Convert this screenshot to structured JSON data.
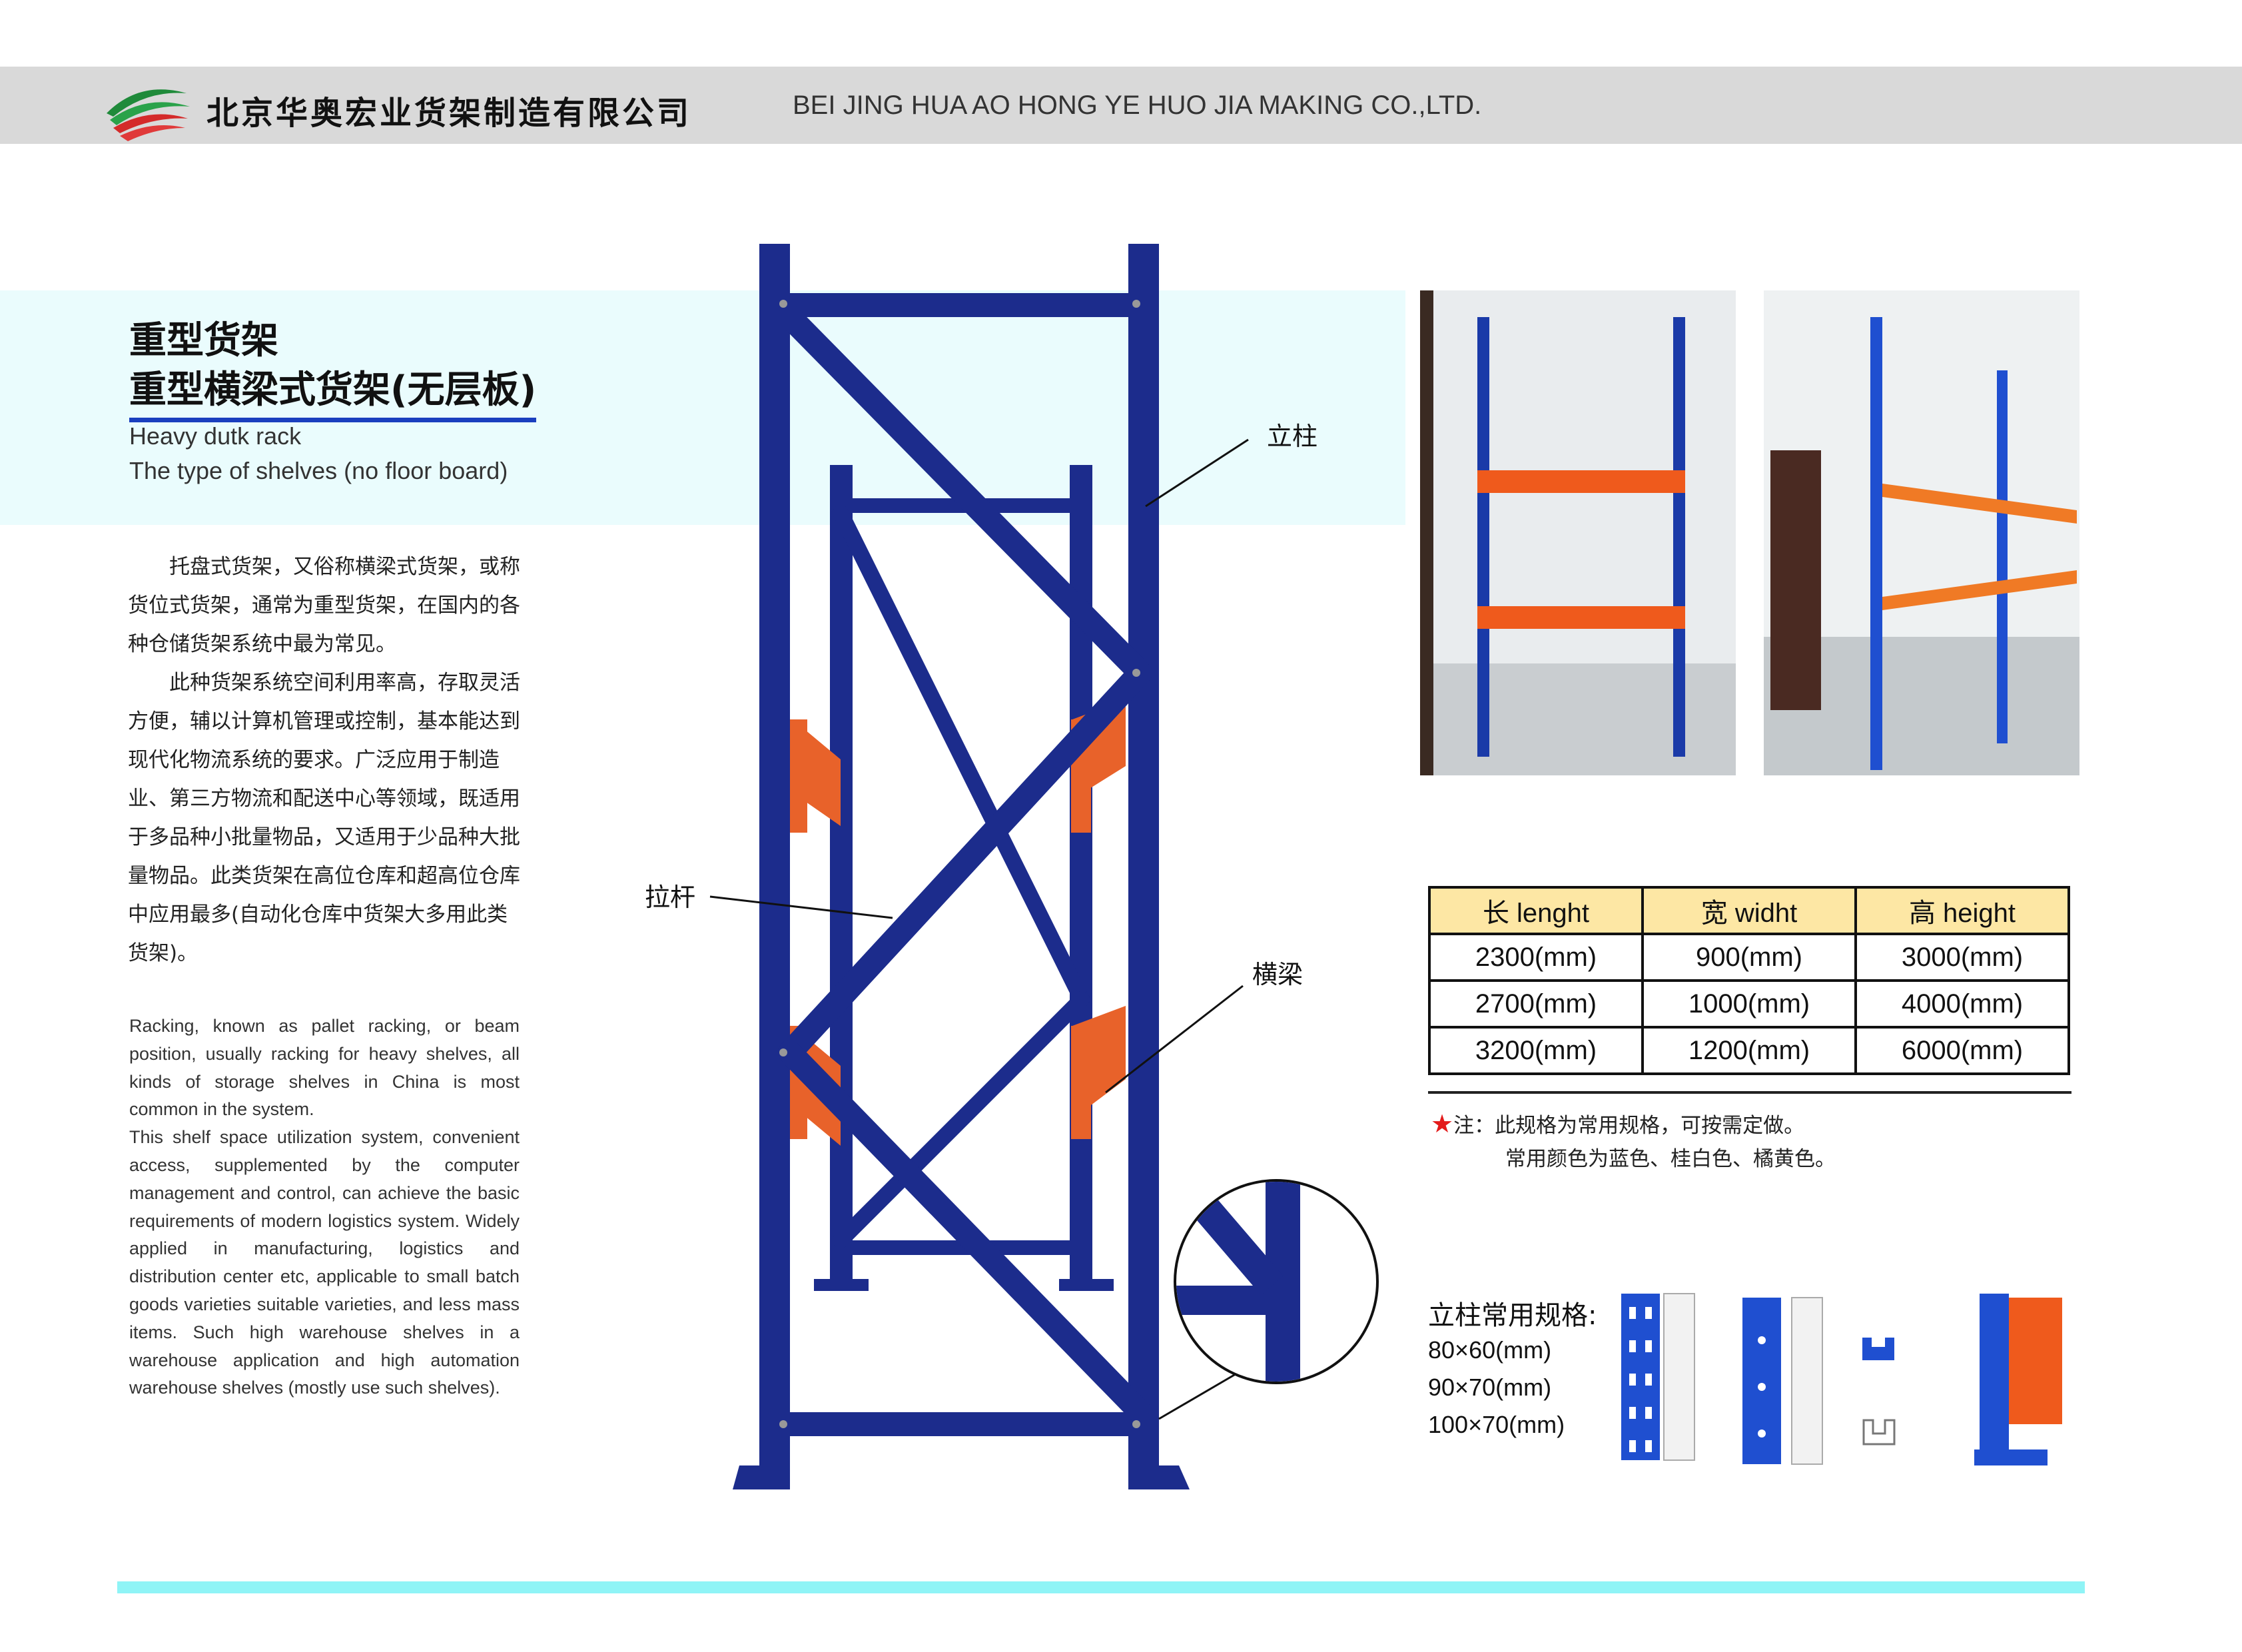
{
  "header": {
    "company_cn": "北京华奥宏业货架制造有限公司",
    "company_en": "BEI JING HUA AO HONG YE HUO JIA MAKING CO.,LTD."
  },
  "title": {
    "line1": "重型货架",
    "line2": "重型横梁式货架(无层板)",
    "sub1": "Heavy dutk rack",
    "sub2": "The type of shelves (no floor board)"
  },
  "description_cn": [
    "托盘式货架，又俗称横梁式货架，或称货位式货架，通常为重型货架，在国内的各种仓储货架系统中最为常见。",
    "此种货架系统空间利用率高，存取灵活方便，辅以计算机管理或控制，基本能达到现代化物流系统的要求。广泛应用于制造业、第三方物流和配送中心等领域，既适用于多品种小批量物品，又适用于少品种大批量物品。此类货架在高位仓库和超高位仓库中应用最多(自动化仓库中货架大多用此类货架)。"
  ],
  "description_en": [
    "Racking, known as pallet racking, or beam position, usually racking for heavy shelves, all kinds of storage shelves in China is most common in the system.",
    "This shelf space utilization system, convenient access, supplemented by the computer management and control, can achieve the basic requirements of modern logistics system. Widely applied in manufacturing, logistics and distribution center etc, applicable to small batch goods varieties suitable varieties, and less mass items. Such high warehouse shelves in a warehouse application and high automation warehouse shelves (mostly use such shelves)."
  ],
  "diagram_labels": {
    "upright": "立柱",
    "brace": "拉杆",
    "beam": "横梁"
  },
  "spec_table": {
    "headers": [
      "长  lenght",
      "宽 widht",
      "高   height"
    ],
    "rows": [
      [
        "2300(mm)",
        "900(mm)",
        "3000(mm)"
      ],
      [
        "2700(mm)",
        "1000(mm)",
        "4000(mm)"
      ],
      [
        "3200(mm)",
        "1200(mm)",
        "6000(mm)"
      ]
    ]
  },
  "note": {
    "line1": "注：此规格为常用规格，可按需定做。",
    "line2": "常用颜色为蓝色、桂白色、橘黄色。"
  },
  "column_specs": {
    "title": "立柱常用规格:",
    "items": [
      "80×60(mm)",
      "90×70(mm)",
      "100×70(mm)"
    ]
  },
  "colors": {
    "rack_blue": "#1c2c8c",
    "beam_orange": "#e8622a",
    "band": "#eafcfd",
    "header_gray": "#d9d9d9",
    "table_header": "#fde7a4",
    "bottom_bar": "#8ff4f6",
    "title_underline": "#1a3fbf"
  }
}
